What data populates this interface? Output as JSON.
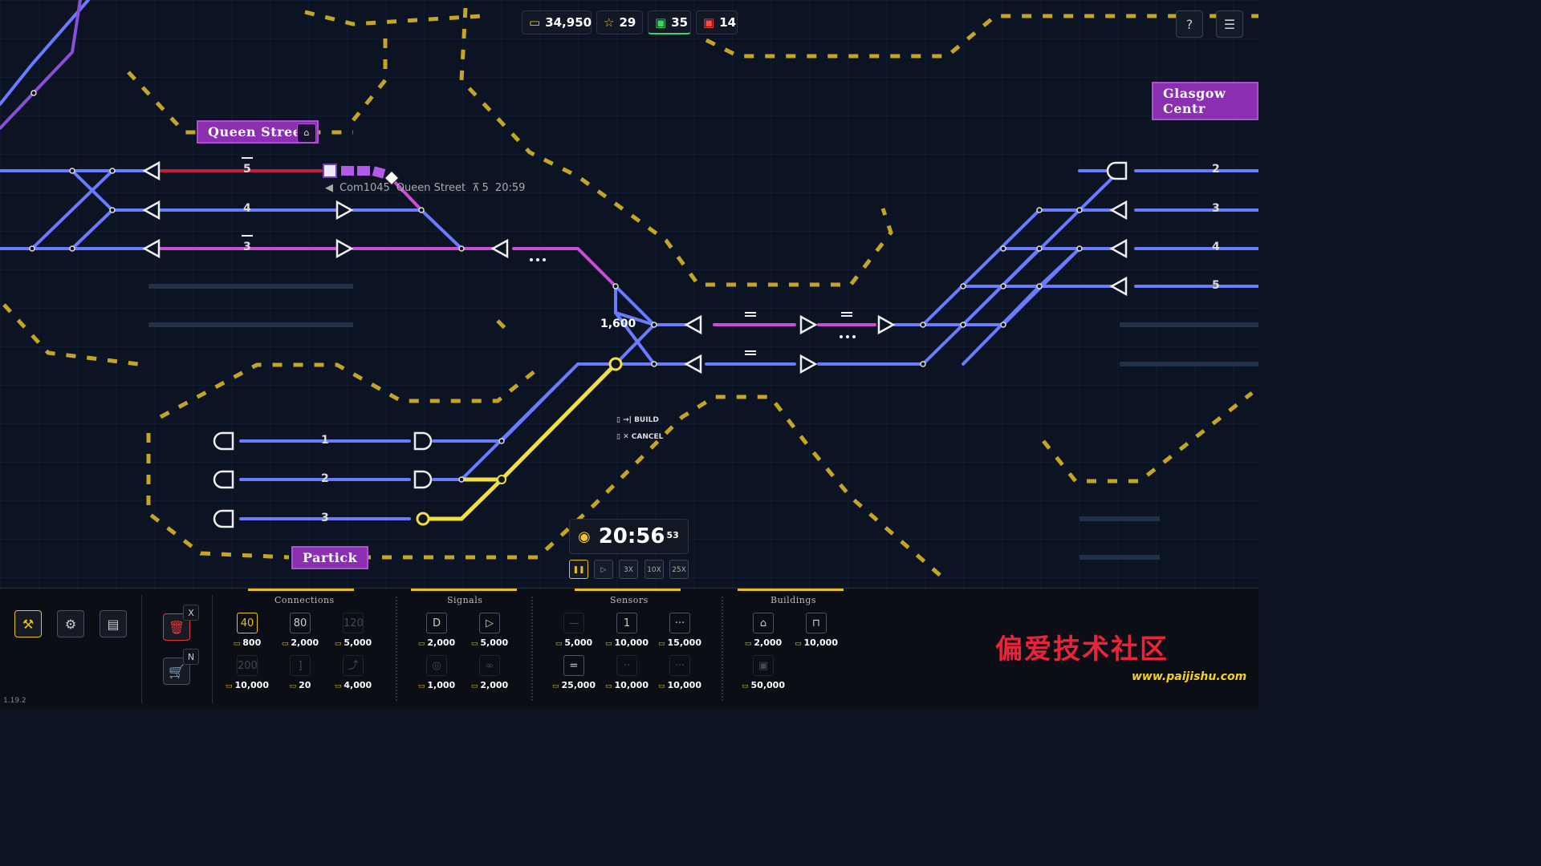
{
  "hud": {
    "money": "34,950",
    "rating": "29",
    "trains_ok": "35",
    "trains_late": "14",
    "colors": {
      "money": "#f2c230",
      "rating": "#f2c230",
      "ok": "#3bd36a",
      "late": "#ff4a4a"
    }
  },
  "top_right": {
    "help_icon": "help-icon",
    "menu_icon": "list-icon"
  },
  "stations": {
    "queen_street": "Queen Street",
    "glasgow": "Glasgow Centr",
    "partick": "Partick"
  },
  "platforms": {
    "left": [
      "5",
      "4",
      "3"
    ],
    "bottom": [
      "1",
      "2",
      "3"
    ],
    "right": [
      "2",
      "3",
      "4",
      "5"
    ]
  },
  "train_info": {
    "id": "Com1045",
    "dest": "Queen Street",
    "platform": "5",
    "time": "20:59"
  },
  "track_cost": "1,600",
  "hints": {
    "build": "BUILD",
    "cancel": "CANCEL"
  },
  "clock": {
    "time": "20:56",
    "seconds": "53"
  },
  "speeds": [
    "3X",
    "10X",
    "25X"
  ],
  "shortcuts": {
    "delete": "X",
    "shop": "N"
  },
  "categories": {
    "connections": "Connections",
    "signals": "Signals",
    "sensors": "Sensors",
    "buildings": "Buildings"
  },
  "connections": [
    {
      "label": "40",
      "price": "800",
      "selected": true
    },
    {
      "label": "80",
      "price": "2,000"
    },
    {
      "label": "120",
      "price": "5,000",
      "dim": true
    },
    {
      "label": "200",
      "price": "10,000",
      "dim": true
    },
    {
      "label": "]",
      "price": "20",
      "dim": true
    },
    {
      "label": "⤴",
      "price": "4,000",
      "dim": true
    }
  ],
  "signals": [
    {
      "label": "D",
      "price": "2,000"
    },
    {
      "label": "▷",
      "price": "5,000"
    },
    {
      "label": "◎",
      "price": "1,000",
      "dim": true
    },
    {
      "label": "∞",
      "price": "2,000",
      "dim": true
    }
  ],
  "sensors": [
    {
      "label": "—",
      "price": "5,000",
      "dim": true
    },
    {
      "label": "1",
      "price": "10,000"
    },
    {
      "label": "···",
      "price": "15,000"
    },
    {
      "label": "=",
      "price": "25,000"
    },
    {
      "label": "··",
      "price": "10,000",
      "dim": true
    },
    {
      "label": "···",
      "price": "10,000",
      "dim": true
    }
  ],
  "buildings": [
    {
      "label": "⌂",
      "price": "2,000"
    },
    {
      "label": "⊓",
      "price": "10,000"
    },
    {
      "label": "▣",
      "price": "50,000",
      "dim": true
    }
  ],
  "version": "1.19.2",
  "watermark": {
    "cn": "偏爱技术社区",
    "url": "www.paijishu.com"
  }
}
